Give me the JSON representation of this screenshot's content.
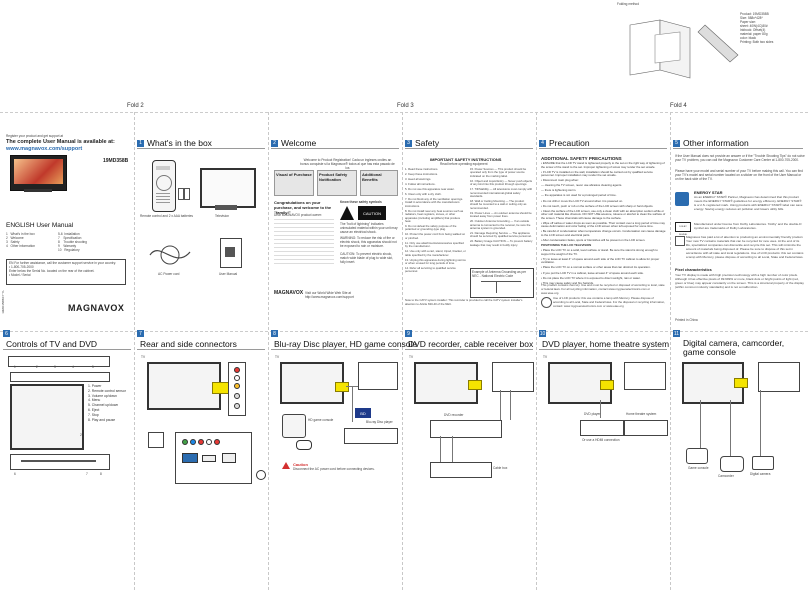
{
  "folds": [
    "Fold 2",
    "Fold 3",
    "Fold 4"
  ],
  "folding_method": "Folding method",
  "spec": [
    "Product: 19MD358B",
    "Size: 588x*428*",
    "Paper size:",
    "sheet: 40W(4C)80#",
    "Inkbook: Offset(4)",
    "",
    "material: paper 80g",
    "",
    "color: black",
    "",
    "Printing: Both two sides"
  ],
  "cover": {
    "register": "Register your product and get support at",
    "intro": "The complete User Manual is available at:",
    "url": "www.magnavox.com/support",
    "model": "19MD358B",
    "title": "ENGLISH  User Manual",
    "toc_left": [
      [
        "1",
        "What's in the box"
      ],
      [
        "2",
        "Welcome"
      ],
      [
        "3",
        "Safety"
      ],
      [
        "4",
        "Other information"
      ]
    ],
    "toc_right": [
      [
        "5-6",
        "Installation"
      ],
      [
        "7",
        "Specification"
      ],
      [
        "8",
        "Trouble shooting"
      ],
      [
        "9",
        "Warranty"
      ],
      [
        "10",
        "Regulatory"
      ]
    ],
    "note1": "EN For further assistance, call the customer support service in your country.",
    "note2": "• 1-800-705-2000",
    "note3": "Enter below the Serial No. located on the rear of the cabinet.",
    "note4": "• Model / Serial",
    "brand": "MAGNAVOX",
    "edge_code": "19MD358B/F7 YL"
  },
  "sections": [
    {
      "num": "1",
      "title": "What's in the box"
    },
    {
      "num": "2",
      "title": "Welcome"
    },
    {
      "num": "3",
      "title": "Safety"
    },
    {
      "num": "4",
      "title": "Precaution"
    },
    {
      "num": "5",
      "title": "Other information"
    },
    {
      "num": "6",
      "title": "Controls of TV and DVD"
    },
    {
      "num": "7",
      "title": "Rear and side connectors"
    },
    {
      "num": "8",
      "title": "Blu-ray Disc player, HD game console"
    },
    {
      "num": "9",
      "title": "DVD recorder, cable receiver box"
    },
    {
      "num": "10",
      "title": "DVD player, home theatre system"
    },
    {
      "num": "11",
      "title": "Digital camera, camcorder, game console"
    }
  ],
  "box_items": [
    "Remote control and 2 x AAA batteries",
    "Television",
    "AC Power cord",
    "User Manual"
  ],
  "welcome": {
    "head": "Welcome to Product Registration! Cada un ingleses ondles an bonus conquiste si la Magnavox® todos al que has esta pasado de los",
    "col1_title": "Visual of Purchase",
    "col2_title": "Product Safety Notification",
    "col3_title": "Additional Benefits",
    "congrats": "Congratulations on your purchase, and welcome to the \"family!\"",
    "dear": "Dear MAGNAVOX product owner:",
    "know": "Know these safety symbols",
    "bolt_caption": "The \"bolt of lightning\" indicates uninsulated material within your unit may cause an electrical shock.",
    "caution_box": "CAUTION",
    "warning": "WARNING: To reduce the risk of fire or electric shock, this apparatus should not be exposed to rain or moisture.",
    "caution_note": "CAUTION: To prevent electric shock, match wide blade of plug to wide slot, fully insert.",
    "visit": "Visit our World Wide Web Site at http://www.magnavox.com/support",
    "brand": "MAGNAVOX"
  },
  "safety": {
    "head": "IMPORTANT SAFETY INSTRUCTIONS",
    "sub": "Read before operating equipment",
    "items_left": [
      "1. Read these instructions.",
      "2. Keep these instructions.",
      "3. Heed all warnings.",
      "4. Follow all instructions.",
      "5. Do not use this apparatus near water.",
      "6. Clean only with a dry cloth.",
      "7. Do not block any of the ventilation openings. Install in accordance with the manufacturers instructions.",
      "8. Do not install near any heat sources such as radiators, heat registers, stoves, or other apparatus (including amplifiers) that produce heat.",
      "9. Do not defeat the safety purpose of the polarized or grounding-type plug.",
      "10. Protect the power cord from being walked on or pinched.",
      "11. Only use attachments/accessories specified by the manufacturer.",
      "12. Use only with a cart, stand, tripod, bracket, or table specified by the manufacturer.",
      "13. Unplug this apparatus during lightning storms or when unused for long periods of time.",
      "14. Refer all servicing to qualified service personnel."
    ],
    "items_right": [
      "15. Power Sources — This product should be operated only from the type of power source indicated on the marking label.",
      "16. Object and Liquid Entry — Never push objects of any kind into this product through openings.",
      "17. Tilt/Stability — All televisions must comply with recommended international global safety standards.",
      "18. Wall or Ceiling Mounting — The product should be mounted to a wall or ceiling only as recommended.",
      "19. Power Lines — An outdoor antenna should be located away from power lines.",
      "20. Outdoor Antenna Grounding — If an outside antenna is connected to the receiver, be sure the antenna system is grounded.",
      "21. Damage Requiring Service — The appliance should be serviced by qualified service personnel.",
      "22. Battery Usage CAUTION — To prevent battery leakage that may result in bodily injury."
    ],
    "ground": "Example of Antenna Grounding as per NEC - National Electric Code",
    "foot": "Note to the CATV system installer: This reminder is provided to call the CATV system installer's attention to Article 820-40 of the NEC."
  },
  "precaution": {
    "head": "ADDITIONAL SAFETY PRECAUTIONS",
    "paras": [
      "• ENSURE that the LCD TV stand is tightened properly to the set on the right way of tightening of the screw of the stand to the set. Improper tightening of screw may render the set unsafe.",
      "• If LCD TV is installed on the wall, installation should be carried out by qualified service personnel. Improper installation may render the set unsafe.",
      "• Disconnect main plug when:",
      "  — cleaning the TV screen, never use abrasive cleaning agents.",
      "  — there is lightening storm.",
      "  — the apparatus is not used for a prolonged period of time.",
      "• Do not drill or move the LCD TV around when it is powered on.",
      "• Do not touch, push or rub on the surface of the LCD screen with sharp or hard objects.",
      "• Clean the surface of the LCD screen, use only a clean cloth with an absorption sodium while or other soft material like chamois. DO NOT USE acetone, toluene or alcohol to clean the surface of the screen. These chemicals will cause damage to the surface.",
      "• Wipe off saliva or water drops as soon as possible. Their contact over a long period of time may cause deformation and color fading of the LCD screen when left exposed for some time.",
      "• Be careful of condensation when temperature change occurs. Condensation can cause damage to the LCD screen and electrical parts.",
      "• After condensation fades, spots or blemishes will be present on the LCD screen.",
      "POSITIONING THE LCD TELEVISION",
      "• Place the LCD TV on a solid, level surface or stand. Be sure the stand is strong enough to support the weight of the TV.",
      "• Try to leave at least 4\" of space around each side of the LCD TV cabinet to allow for proper ventilation.",
      "• Place the LCD TV on a normal surface or other areas that can obstruct its operation.",
      "• If you put the LCD TV in a cabinet, leave at least 4\" of space around each side.",
      "• Do not place the LCD TV where it is exposed to direct sunlight, rain or water.",
      "• This may cause safety and fire hazards."
    ],
    "recycle": "This product contains mercury. Use and must be recycled or disposed of according to local, state or federal laws. For all recycling information, contact www.mygreenelectronics.com or www.eiae.org.",
    "battery": "Use of LCD products: this use contains a lamp with Mercury. Please dispose of according to all Local, State and Federal laws. For the disposal or recycling information, contact: www.mygreenelectronics.com or www.eiae.org"
  },
  "other": {
    "p1": "If the User Manual does not provide an answer or if the \"Trouble Shooting Tips\" do not solve your TV problem, you can call the Magnavox Customer Care Center at 1-800-705-2000.",
    "p2": "Please have your model and serial number of your TV before making this call. You can find your TV's model and serial number located on a sticker on the front of the User Manual or on the back side of the TV.",
    "energy_title": "ENERGY STAR",
    "energy_text": "As an ENERGY STAR® Partner, Magnavox has determined that this product meets the ENERGY STAR® guidelines for energy efficiency. ENERGY STAR® is a U.S. registered mark. Using products with ENERGY STAR® label can save energy. Saving energy reduces air pollution and lowers utility bills.",
    "dolby_title": "DOLBY DIGITAL",
    "dolby_text": "Manufactured under license from Dolby Laboratories. 'Dolby' and the double-D symbol are trademarks of Dolby Laboratories.",
    "eco_text": "Magnavox has paid a lot of attention to producing an environmentally friendly product. Your new TV contains materials that can be recycled for new uses. At the end of its life, specialized companies can dismantle and recycle this set. This will minimize the amount of materials being disposed of. Please be sure to dispose of this set in accordance with all state and local regulations. Use of LCD products: this set contains a lamp with Mercury, please dispose of according to all Local, State and Federal laws.",
    "pixel_title": "Pixel characteristics",
    "pixel_text": "Your TV display is made with high precision technology with a high number of color pixels. Although it has effective pixels of 99.999% or more, black dots or bright points of light (red, green or blue) may appear constantly on the screen. This is a structural property of the display (within common industry standards) and is not a malfunction.",
    "printed": "Printed in China"
  },
  "controls": {
    "top_labels": [
      "1",
      "2",
      "3",
      "4",
      "5"
    ],
    "side_label": "2",
    "bottom_labels": [
      "6",
      "7",
      "8"
    ],
    "legend": [
      "1. Power",
      "2. Remote control sensor",
      "3. Volume up/down",
      "4. Menu",
      "5. Channel up/down",
      "6. Eject",
      "7. Stop",
      "8. Play and pause"
    ]
  },
  "rear": {
    "tv": "TV"
  },
  "bluray": {
    "tv": "TV",
    "hd": "HD game console",
    "bd": "Blu-ray Disc player",
    "caution_title": "Caution",
    "caution_text": "Disconnect the AC power cord before connecting devices."
  },
  "dvdrec": {
    "tv": "TV",
    "rec": "DVD recorder",
    "cable": "Cable box"
  },
  "dvdhome": {
    "tv": "TV",
    "dvd": "DVD player",
    "home": "Home theatre system",
    "note": "Or use a HDMI connection"
  },
  "digital": {
    "game": "Game console",
    "cam": "Camcorder",
    "dc": "Digital camera"
  }
}
